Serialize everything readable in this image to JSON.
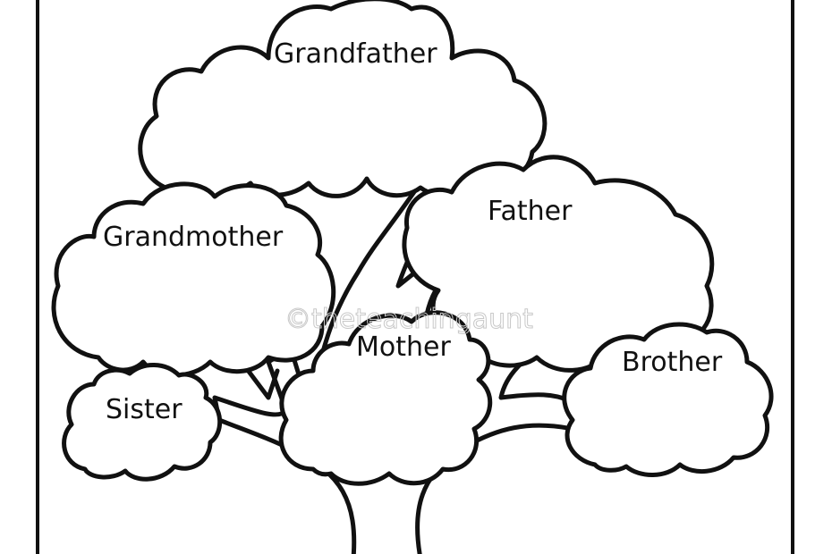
{
  "worksheet": {
    "frame_color": "#111111",
    "line_color": "#111111",
    "background": "#ffffff"
  },
  "tree": {
    "trunk_icon": "tree-trunk-icon",
    "clouds": [
      {
        "id": "grandfather",
        "label": "Grandfather"
      },
      {
        "id": "grandmother",
        "label": "Grandmother"
      },
      {
        "id": "father",
        "label": "Father"
      },
      {
        "id": "mother",
        "label": "Mother"
      },
      {
        "id": "sister",
        "label": "Sister"
      },
      {
        "id": "brother",
        "label": "Brother"
      }
    ]
  },
  "watermark": {
    "text": "©theteachingaunt"
  }
}
